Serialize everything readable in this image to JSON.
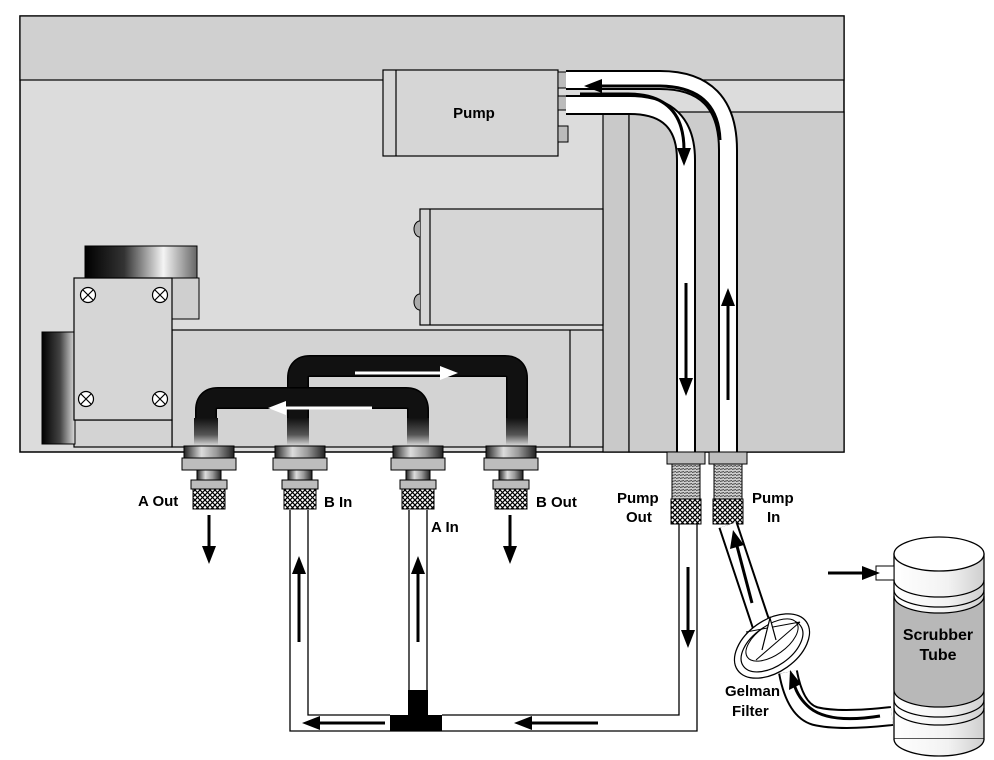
{
  "labels": {
    "pump": "Pump",
    "a_out": "A Out",
    "b_in": "B In",
    "a_in": "A In",
    "b_out": "B Out",
    "pump_out_1": "Pump",
    "pump_out_2": "Out",
    "pump_in_1": "Pump",
    "pump_in_2": "In",
    "gelman_1": "Gelman",
    "gelman_2": "Filter",
    "scrubber_1": "Scrubber",
    "scrubber_2": "Tube"
  },
  "colors": {
    "chassis": "#dcdcdc",
    "chassis_top": "#d0d0d0",
    "block": "#d3d3d3",
    "tube_dark": "#111111",
    "scrubber_band": "#b8b8b8"
  }
}
